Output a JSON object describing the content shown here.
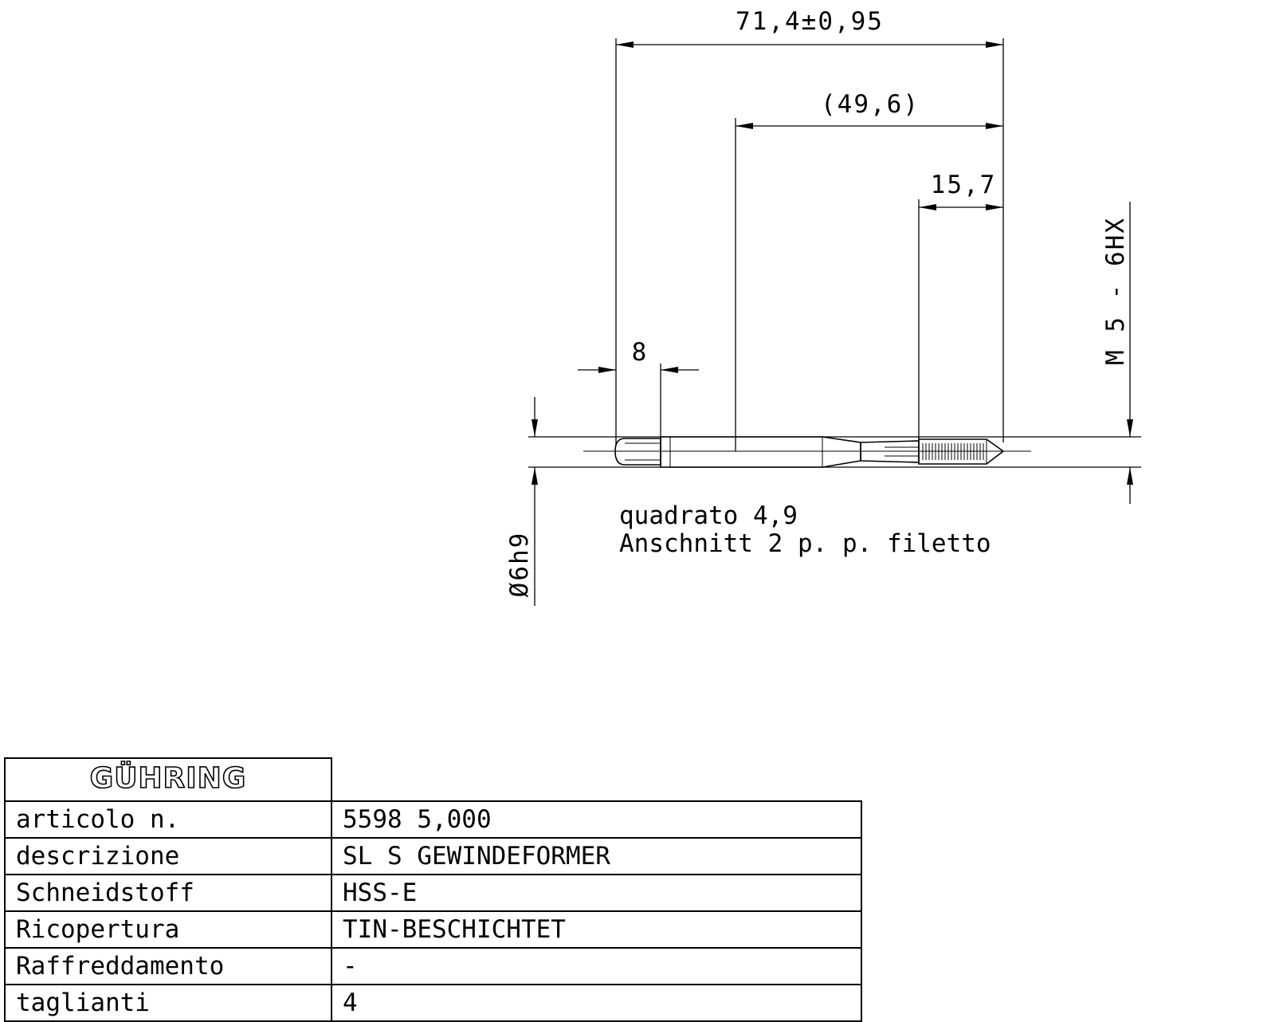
{
  "drawing": {
    "dim_overall_length": "71,4±0,95",
    "dim_shank_length": "(49,6)",
    "dim_thread_length": "15,7",
    "dim_square_length": "8",
    "dim_thread_size": "M 5 - 6HX",
    "dim_shank_diameter": "Ø6h9",
    "note_square": "quadrato 4,9",
    "note_chamfer": "Anschnitt 2 p. p. filetto"
  },
  "table": {
    "logo_text": "GÜHRING",
    "rows": [
      {
        "label": "articolo n.",
        "value": "5598 5,000"
      },
      {
        "label": "descrizione",
        "value": "SL S GEWINDEFORMER"
      },
      {
        "label": "Schneidstoff",
        "value": "HSS-E"
      },
      {
        "label": "Ricopertura",
        "value": "TIN-BESCHICHTET"
      },
      {
        "label": "Raffreddamento",
        "value": "-"
      },
      {
        "label": "taglianti",
        "value": "4"
      }
    ]
  }
}
